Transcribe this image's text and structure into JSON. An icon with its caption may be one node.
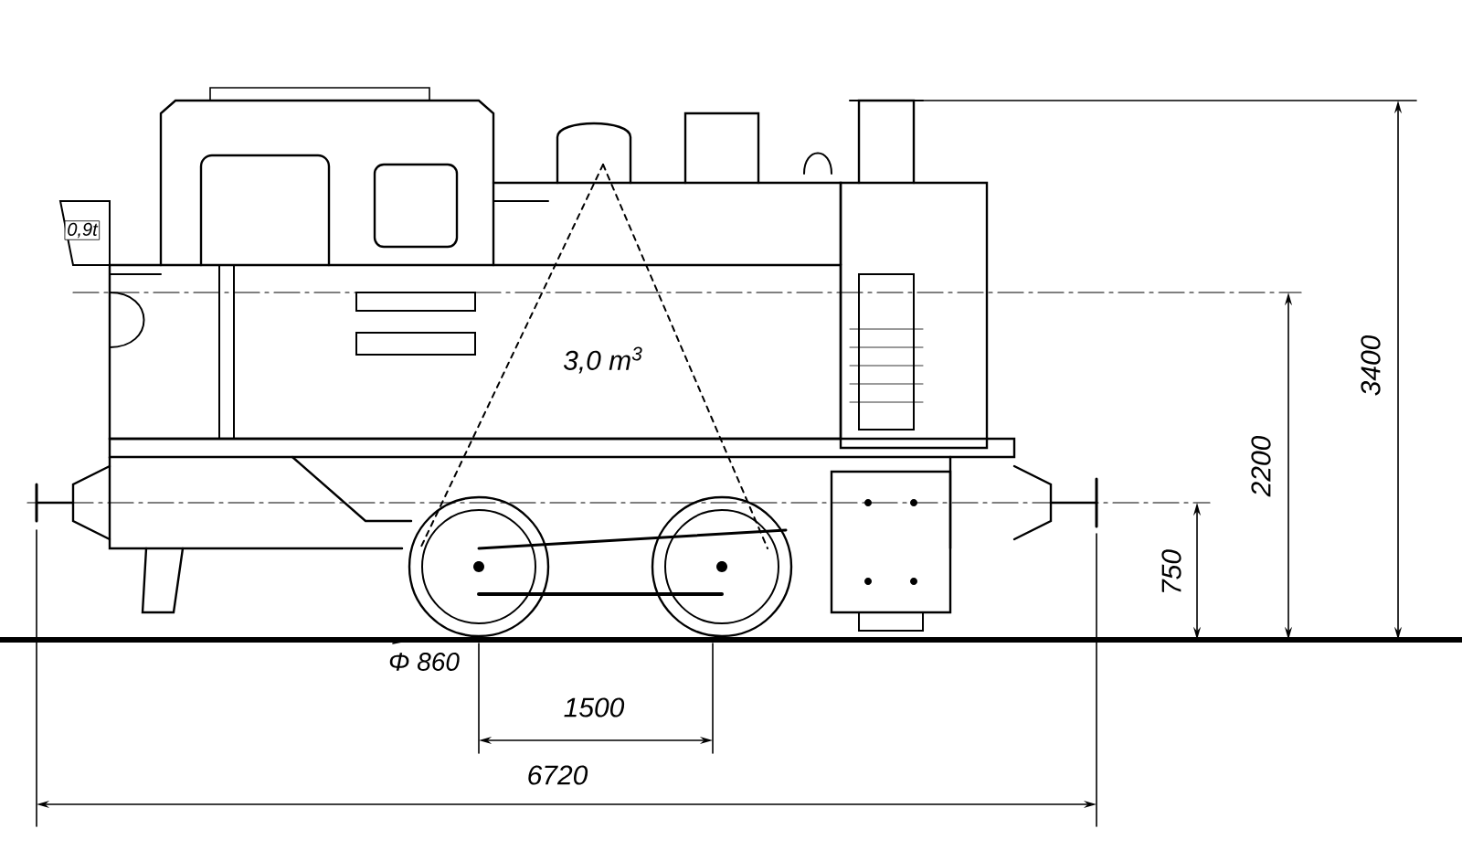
{
  "diagram": {
    "labels": [
      "0,9t",
      "3,0 m$^{3}$",
      "3400",
      "2200",
      "750",
      "Φ 860",
      "1500",
      "6720"
    ]
  }
}
